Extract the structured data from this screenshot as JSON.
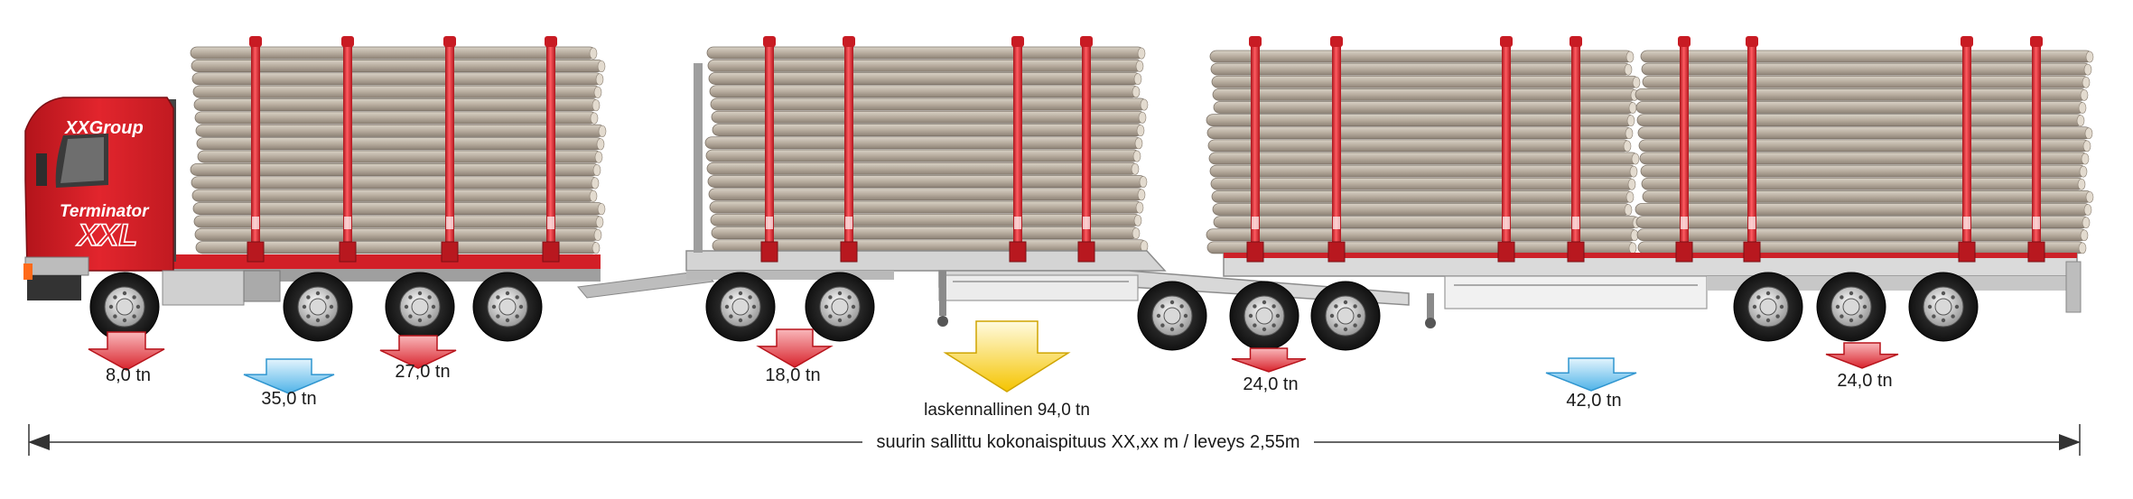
{
  "brand": {
    "company": "XXGroup",
    "model_line1": "Terminator",
    "model_line2": "XXL"
  },
  "loads": [
    {
      "label": "8,0 tn",
      "type": "red"
    },
    {
      "label": "35,0 tn",
      "type": "blue"
    },
    {
      "label": "27,0 tn",
      "type": "red"
    },
    {
      "label": "18,0 tn",
      "type": "red"
    },
    {
      "label": "24,0 tn",
      "type": "red"
    },
    {
      "label": "42,0 tn",
      "type": "blue"
    },
    {
      "label": "24,0 tn",
      "type": "red"
    }
  ],
  "total": {
    "label": "laskennallinen 94,0 tn",
    "type": "yellow"
  },
  "dimension": {
    "label": "suurin sallittu kokonaispituus XX,xx m / leveys 2,55m"
  },
  "colors": {
    "cab_red": "#d41f26",
    "stake_red": "#e0202a",
    "frame_grey": "#c8c8c8",
    "log_color": "#b3a89a",
    "arrow_red": "#e8434a",
    "arrow_blue": "#6cc4ef",
    "arrow_yellow": "#f8d12a"
  }
}
